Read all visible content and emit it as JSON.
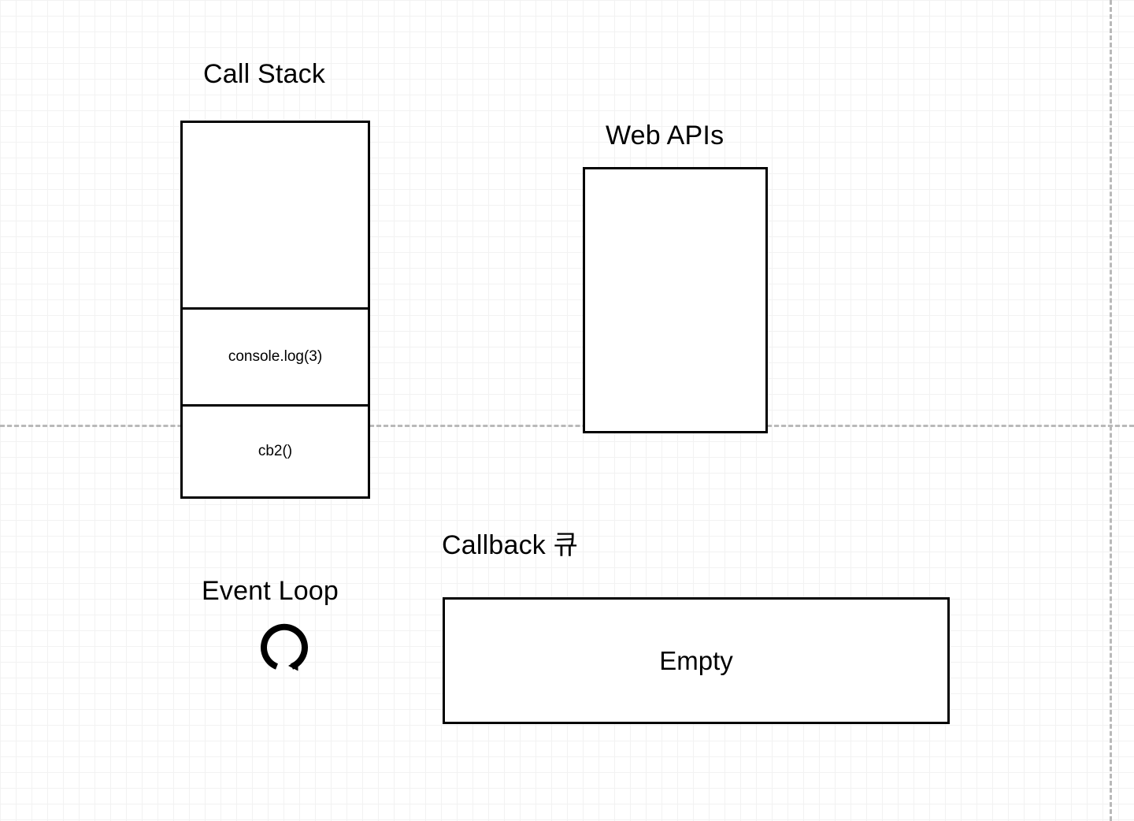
{
  "diagram": {
    "background": {
      "grid_minor_color": "#f2f2f2",
      "grid_major_color": "#d2d2d2",
      "guide_color": "#b9b9b9"
    },
    "call_stack": {
      "title": "Call Stack",
      "frames": [
        {
          "label": "",
          "state": "empty"
        },
        {
          "label": "console.log(3)",
          "state": "filled"
        },
        {
          "label": "cb2()",
          "state": "filled"
        }
      ]
    },
    "web_apis": {
      "title": "Web APIs",
      "items": []
    },
    "event_loop": {
      "title": "Event Loop",
      "icon": "loop-arrow-icon"
    },
    "callback_queue": {
      "title": "Callback 큐",
      "status": "Empty",
      "items": []
    }
  }
}
